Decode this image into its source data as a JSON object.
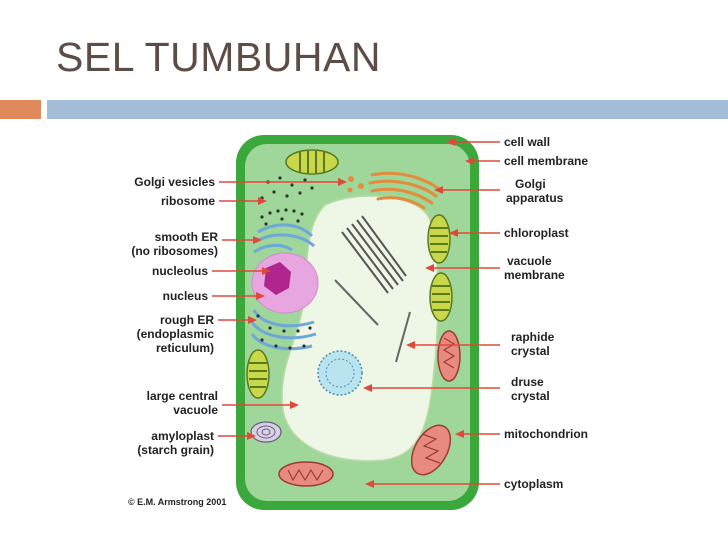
{
  "slide": {
    "title": "SEL TUMBUHAN"
  },
  "labels_left": {
    "golgi_vesicles": "Golgi vesicles",
    "ribosome": "ribosome",
    "smooth_er_1": "smooth ER",
    "smooth_er_2": "(no ribosomes)",
    "nucleolus": "nucleolus",
    "nucleus": "nucleus",
    "rough_er_1": "rough ER",
    "rough_er_2": "(endoplasmic",
    "rough_er_3": "reticulum)",
    "vacuole_1": "large central",
    "vacuole_2": "vacuole",
    "amyloplast_1": "amyloplast",
    "amyloplast_2": "(starch grain)"
  },
  "labels_right": {
    "cell_wall": "cell wall",
    "cell_membrane": "cell membrane",
    "golgi_1": "Golgi",
    "golgi_2": "apparatus",
    "chloroplast": "chloroplast",
    "vac_membrane_1": "vacuole",
    "vac_membrane_2": "membrane",
    "raphide_1": "raphide",
    "raphide_2": "crystal",
    "druse_1": "druse",
    "druse_2": "crystal",
    "mitochondrion": "mitochondrion",
    "cytoplasm": "cytoplasm"
  },
  "credit": "© E.M. Armstrong 2001",
  "colors": {
    "cell_wall": "#3aa83a",
    "cytoplasm": "#9fd69a",
    "vacuole": "#eef6e6",
    "nucleus": "#e7a6e0",
    "nucleolus": "#b0268f",
    "er": "#6fa7d9",
    "golgi": "#e48c3c",
    "chloroplast": "#c8d84a",
    "mitochondrion": "#e88a80",
    "arrow": "#e0483a"
  }
}
